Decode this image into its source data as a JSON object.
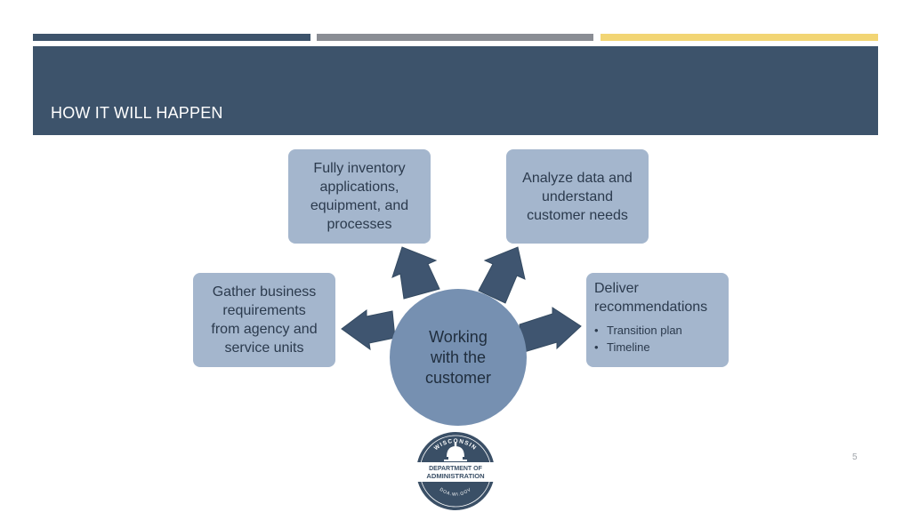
{
  "slide": {
    "title": "HOW IT WILL HAPPEN",
    "page_number": "5"
  },
  "diagram": {
    "center": [
      "Working",
      "with the",
      "customer"
    ],
    "nodes": {
      "inventory": [
        "Fully inventory",
        "applications,",
        "equipment, and",
        "processes"
      ],
      "analyze": [
        "Analyze data and",
        "understand",
        "customer needs"
      ],
      "gather": [
        "Gather business",
        "requirements",
        "from agency and",
        "service units"
      ],
      "deliver": {
        "title": [
          "Deliver",
          "recommendations"
        ],
        "bullets": [
          "Transition plan",
          "Timeline"
        ]
      }
    }
  },
  "logo": {
    "arc_text": "WISCONSIN",
    "line1": "DEPARTMENT OF",
    "line2": "ADMINISTRATION",
    "bottom_text": "DOA.WI.GOV"
  },
  "colors": {
    "header": "#3d536b",
    "stripe_gray": "#8a8d94",
    "stripe_gold": "#f2d574",
    "box": "#a4b6cd",
    "circle": "#7690b1",
    "arrow": "#3f5570"
  }
}
